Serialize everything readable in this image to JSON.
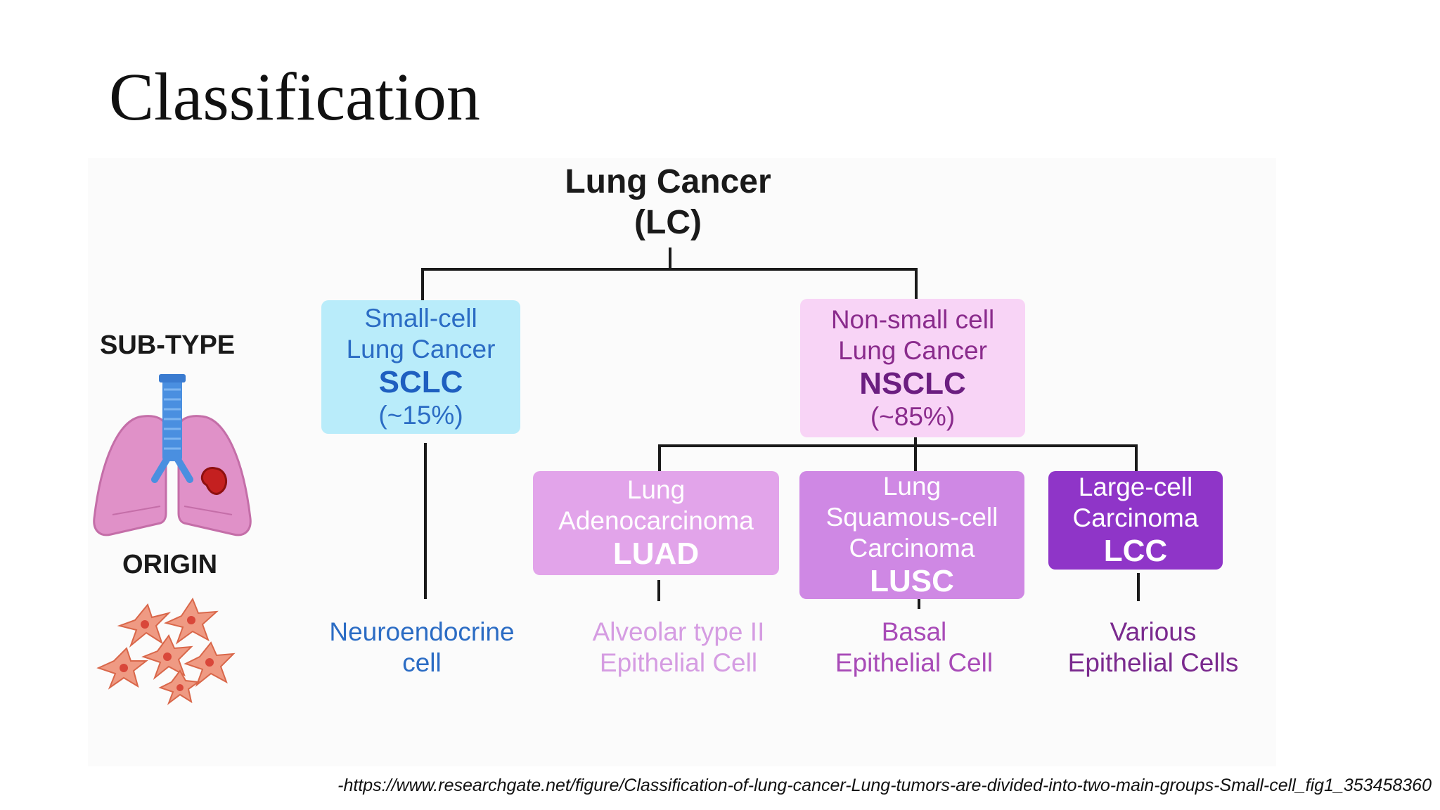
{
  "slide": {
    "title": "Classification",
    "source": "-https://www.researchgate.net/figure/Classification-of-lung-cancer-Lung-tumors-are-divided-into-two-main-groups-Small-cell_fig1_353458360"
  },
  "diagram": {
    "root": {
      "line1": "Lung Cancer",
      "line2": "(LC)"
    },
    "side_labels": {
      "subtype": "SUB-TYPE",
      "origin": "ORIGIN"
    },
    "icons": [
      "lungs-icon",
      "cells-icon"
    ],
    "sclc": {
      "line1": "Small-cell",
      "line2": "Lung Cancer",
      "abbr": "SCLC",
      "share": "(~15%)"
    },
    "nsclc": {
      "line1": "Non-small cell",
      "line2": "Lung Cancer",
      "abbr": "NSCLC",
      "share": "(~85%)"
    },
    "luad": {
      "line1": "Lung",
      "line2": "Adenocarcinoma",
      "abbr": "LUAD"
    },
    "lusc": {
      "line1": "Lung",
      "line2": "Squamous-cell",
      "line3": "Carcinoma",
      "abbr": "LUSC"
    },
    "lcc": {
      "line1": "Large-cell",
      "line2": "Carcinoma",
      "abbr": "LCC"
    },
    "origins": {
      "sclc": {
        "line1": "Neuroendocrine",
        "line2": "cell"
      },
      "luad": {
        "line1": "Alveolar type II",
        "line2": "Epithelial Cell"
      },
      "lusc": {
        "line1": "Basal",
        "line2": "Epithelial Cell"
      },
      "lcc": {
        "line1": "Various",
        "line2": "Epithelial Cells"
      }
    },
    "colors": {
      "sclc_box": "#b9ecfa",
      "nsclc_box": "#f8d4f6",
      "luad_box": "#e2a4ea",
      "lusc_box": "#cf88e4",
      "lcc_box": "#8f35c8"
    }
  }
}
